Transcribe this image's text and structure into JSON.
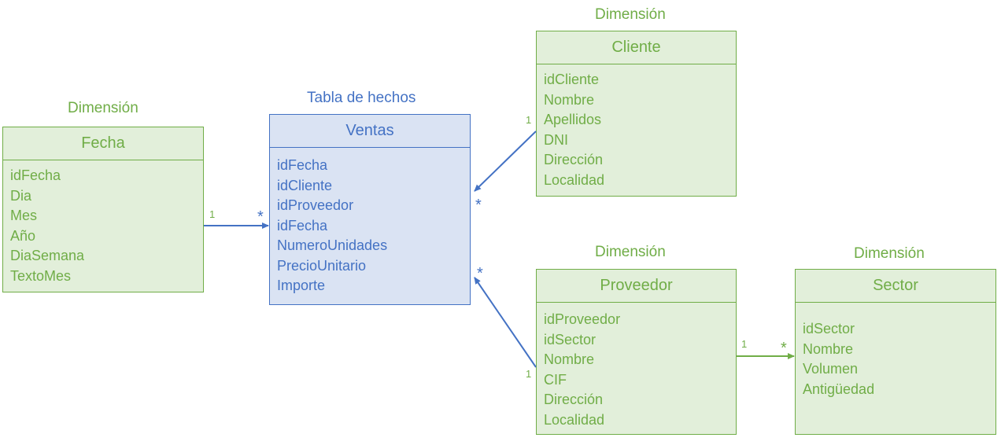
{
  "captions": {
    "fecha": "Dimensión",
    "ventas": "Tabla de hechos",
    "cliente": "Dimensión",
    "proveedor": "Dimensión",
    "sector": "Dimensión"
  },
  "entities": {
    "fecha": {
      "name": "Fecha",
      "attributes": [
        "idFecha",
        "Dia",
        "Mes",
        "Año",
        "DiaSemana",
        "TextoMes"
      ]
    },
    "ventas": {
      "name": "Ventas",
      "attributes": [
        "idFecha",
        "idCliente",
        "idProveedor",
        "idFecha",
        "NumeroUnidades",
        "PrecioUnitario",
        "Importe"
      ]
    },
    "cliente": {
      "name": "Cliente",
      "attributes": [
        "idCliente",
        "Nombre",
        "Apellidos",
        "DNI",
        "Dirección",
        "Localidad"
      ]
    },
    "proveedor": {
      "name": "Proveedor",
      "attributes": [
        "idProveedor",
        "idSector",
        "Nombre",
        "CIF",
        "Dirección",
        "Localidad"
      ]
    },
    "sector": {
      "name": "Sector",
      "attributes": [
        "idSector",
        "Nombre",
        "Volumen",
        "Antigüedad"
      ]
    }
  },
  "relations": {
    "fecha_ventas": {
      "from": "1",
      "to": "*"
    },
    "cliente_ventas": {
      "from": "1",
      "to": "*"
    },
    "proveedor_ventas": {
      "from": "1",
      "to": "*"
    },
    "proveedor_sector": {
      "from": "1",
      "to": "*"
    }
  },
  "colors": {
    "dimension": "#70ad47",
    "dimension_fill": "#e2efda",
    "fact": "#4472c4",
    "fact_fill": "#dae3f3"
  }
}
